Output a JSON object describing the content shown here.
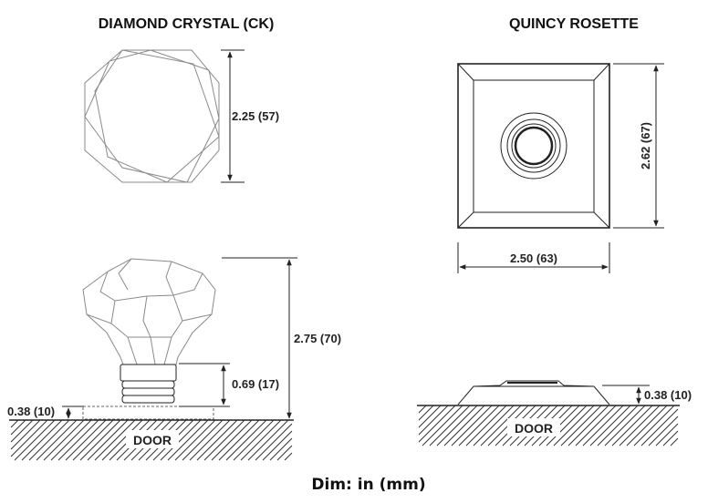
{
  "left": {
    "title": "DIAMOND CRYSTAL (CK)",
    "dim_diameter": "2.25 (57)",
    "dim_projection": "2.75 (70)",
    "dim_neck": "0.69 (17)",
    "dim_rose": "0.38 (10)",
    "door": "DOOR"
  },
  "right": {
    "title": "QUINCY ROSETTE",
    "dim_height": "2.62 (67)",
    "dim_width": "2.50 (63)",
    "dim_thickness": "0.38 (10)",
    "door": "DOOR"
  },
  "footer": "Dim: in (mm)"
}
